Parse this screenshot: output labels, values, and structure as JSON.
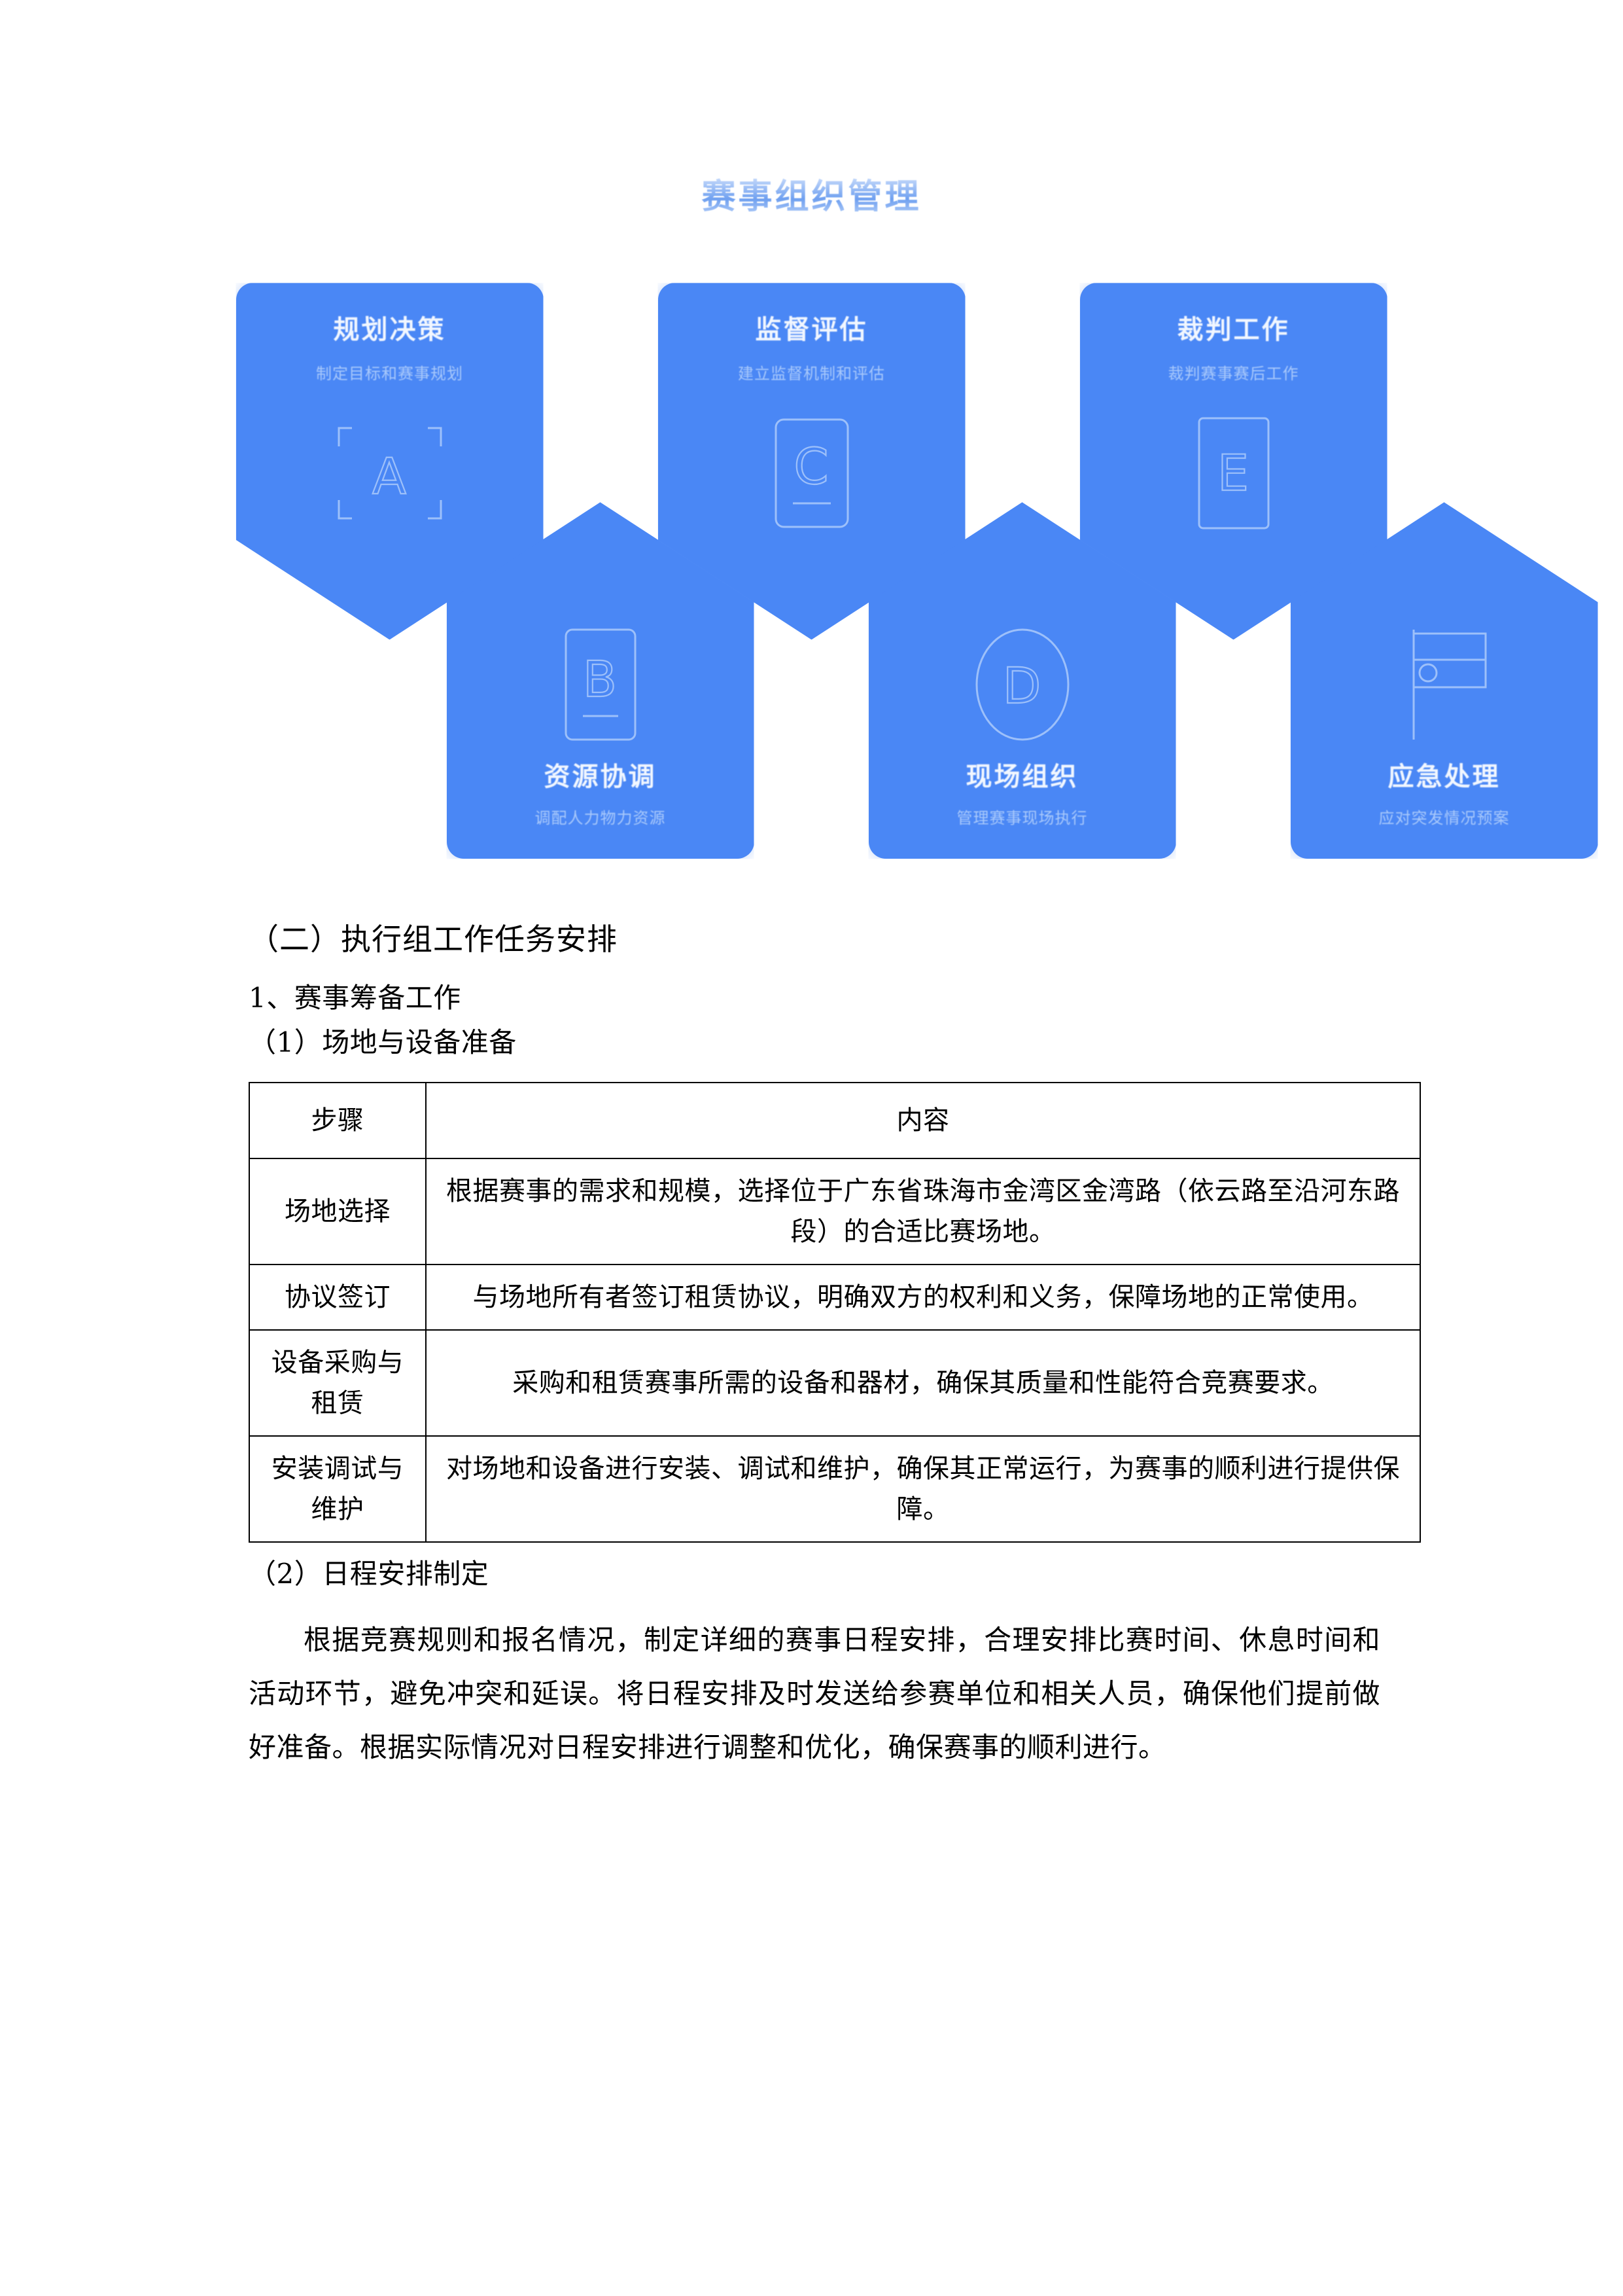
{
  "infographic": {
    "title": "赛事组织管理",
    "cards": [
      {
        "letter": "A",
        "icon": "bracket-letter-icon",
        "title": "规划决策",
        "subtitle": "制定目标和赛事规划",
        "orientation": "down"
      },
      {
        "letter": "C",
        "icon": "document-letter-icon",
        "title": "监督评估",
        "subtitle": "建立监督机制和评估",
        "orientation": "down"
      },
      {
        "letter": "E",
        "icon": "rect-letter-icon",
        "title": "裁判工作",
        "subtitle": "裁判赛事赛后工作",
        "orientation": "down"
      },
      {
        "letter": "B",
        "icon": "rounded-rect-letter-icon",
        "title": "资源协调",
        "subtitle": "调配人力物力资源",
        "orientation": "up"
      },
      {
        "letter": "D",
        "icon": "circle-letter-icon",
        "title": "现场组织",
        "subtitle": "管理赛事现场执行",
        "orientation": "up"
      },
      {
        "letter": "",
        "icon": "flag-icon",
        "title": "应急处理",
        "subtitle": "应对突发情况预案",
        "orientation": "up"
      }
    ],
    "accent_color": "#4a87f5",
    "title_color": "#6fa0f0"
  },
  "document": {
    "section_heading": "（二）执行组工作任务安排",
    "subsection_1": "1、赛事筹备工作",
    "item_1_heading": "（1）场地与设备准备",
    "table": {
      "headers": [
        "步骤",
        "内容"
      ],
      "rows": [
        {
          "step": "场地选择",
          "content": "根据赛事的需求和规模，选择位于广东省珠海市金湾区金湾路（依云路至沿河东路段）的合适比赛场地。"
        },
        {
          "step": "协议签订",
          "content": "与场地所有者签订租赁协议，明确双方的权利和义务，保障场地的正常使用。"
        },
        {
          "step": "设备采购与租赁",
          "content": "采购和租赁赛事所需的设备和器材，确保其质量和性能符合竞赛要求。"
        },
        {
          "step": "安装调试与维护",
          "content": "对场地和设备进行安装、调试和维护，确保其正常运行，为赛事的顺利进行提供保障。"
        }
      ]
    },
    "item_2_heading": "（2）日程安排制定",
    "item_2_paragraph": "根据竞赛规则和报名情况，制定详细的赛事日程安排，合理安排比赛时间、休息时间和活动环节，避免冲突和延误。将日程安排及时发送给参赛单位和相关人员，确保他们提前做好准备。根据实际情况对日程安排进行调整和优化，确保赛事的顺利进行。"
  }
}
